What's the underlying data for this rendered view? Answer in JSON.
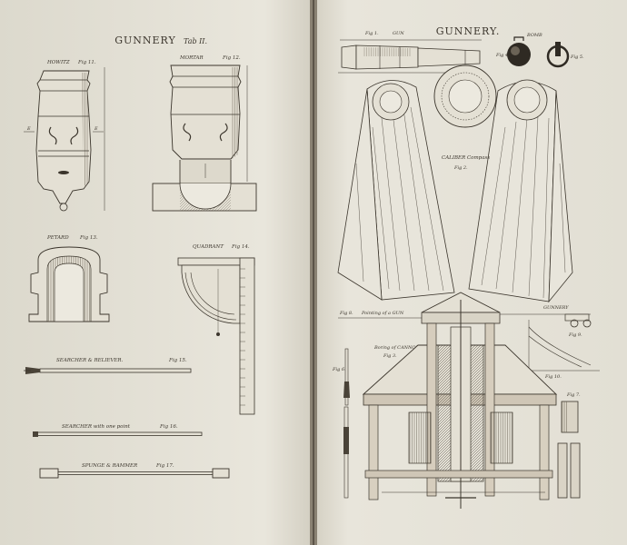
{
  "left_plate": {
    "title": "GUNNERY",
    "plate_no": "Tab II.",
    "labels": {
      "howitz": "HOWITZ",
      "howitz_fig": "Fig 11.",
      "mortar": "MORTAR",
      "mortar_fig": "Fig 12.",
      "petard": "PETARD",
      "petard_fig": "Fig 13.",
      "quadrant": "QUADRANT",
      "quadrant_fig": "Fig 14.",
      "searcher_reliever": "SEARCHER & RELIEVER.",
      "searcher_reliever_fig": "Fig 15.",
      "searcher_point": "SEARCHER with one point",
      "searcher_point_fig": "Fig 16.",
      "spunge_rammer": "SPUNGE & RAMMER",
      "spunge_rammer_fig": "Fig 17."
    }
  },
  "right_plate": {
    "title": "GUNNERY.",
    "labels": {
      "gun_fig": "Fig 1.",
      "gun": "GUN",
      "bomb": "BOMB",
      "fig4": "Fig 4.",
      "fig5": "Fig 5.",
      "caliber_compass": "CALIBER Compass",
      "fig2": "Fig 2.",
      "pointing_fig": "Fig 8.",
      "pointing": "Pointing of a GUN",
      "gunnery_small": "GUNNERY",
      "fig9": "Fig 9.",
      "boring": "Boring of CANNON",
      "fig3": "Fig 3.",
      "fig10": "Fig 10.",
      "fig6": "Fig 6.",
      "fig7": "Fig 7."
    }
  },
  "colors": {
    "paper": "#e6e3d8",
    "ink": "#3b352c",
    "background": "#3a3530"
  }
}
